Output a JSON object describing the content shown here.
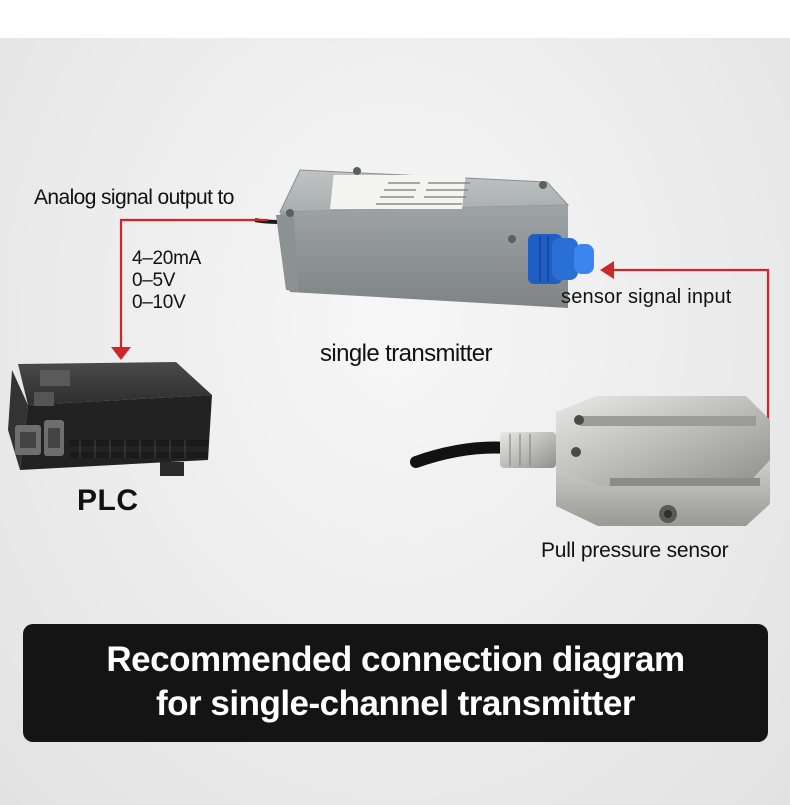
{
  "labels": {
    "analog_output": "Analog signal output to",
    "ranges": [
      "4–20mA",
      "0–5V",
      "0–10V"
    ],
    "single_transmitter": "single transmitter",
    "sensor_signal_input": "sensor signal input",
    "plc": "PLC",
    "pull_pressure_sensor": "Pull pressure sensor"
  },
  "banner": {
    "line1": "Recommended connection diagram",
    "line2": "for single-channel transmitter"
  },
  "colors": {
    "arrow": "#d0262a",
    "banner_bg": "#141414",
    "banner_text": "#ffffff",
    "gland": "#2a6fd6"
  },
  "icons": {
    "transmitter": "transmitter-box-icon",
    "plc": "plc-module-icon",
    "sensor": "s-type-load-cell-icon"
  }
}
